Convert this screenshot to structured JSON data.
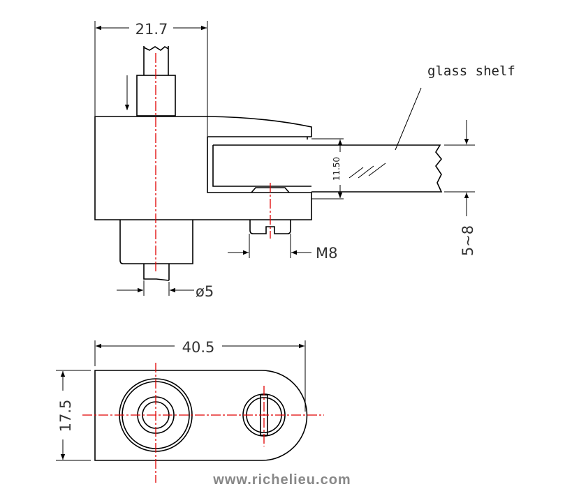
{
  "side_view": {
    "width_dim": "21.7",
    "glass_gap_dim": "11.50",
    "screw_dim": "M8",
    "pin_dim": "ø5",
    "shelf_thickness_dim": "5~8",
    "glass_label": "glass shelf"
  },
  "plan_view": {
    "length_dim": "40.5",
    "height_dim": "17.5"
  },
  "footer": {
    "url": "www.richelieu.com"
  },
  "watermark": "www.richelieu.com",
  "colors": {
    "line": "#000000",
    "centerline": "#e00000",
    "url": "#888888"
  }
}
